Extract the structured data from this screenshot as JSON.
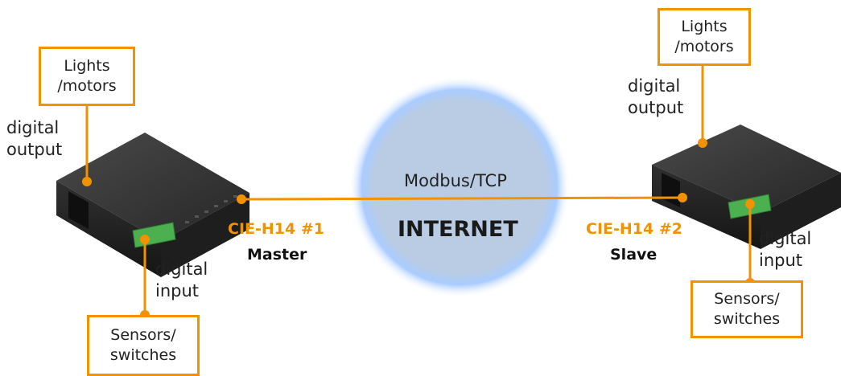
{
  "left": {
    "output_box": "Lights\n/motors",
    "output_label": "digital\noutput",
    "input_label": "digital\ninput",
    "input_box": "Sensors/\nswitches",
    "device_name": "CIE-H14 #1",
    "device_role": "Master"
  },
  "right": {
    "output_box": "Lights\n/motors",
    "output_label": "digital\noutput",
    "input_label": "digital\ninput",
    "input_box": "Sensors/\nswitches",
    "device_name": "CIE-H14 #2",
    "device_role": "Slave"
  },
  "center": {
    "protocol": "Modbus/TCP",
    "network": "INTERNET"
  },
  "colors": {
    "accent": "#f39200",
    "cloud": "#b8cde6",
    "cloud_glow": "#7fb2ff",
    "device": "#2a2a2a",
    "terminal": "#4caf50"
  }
}
